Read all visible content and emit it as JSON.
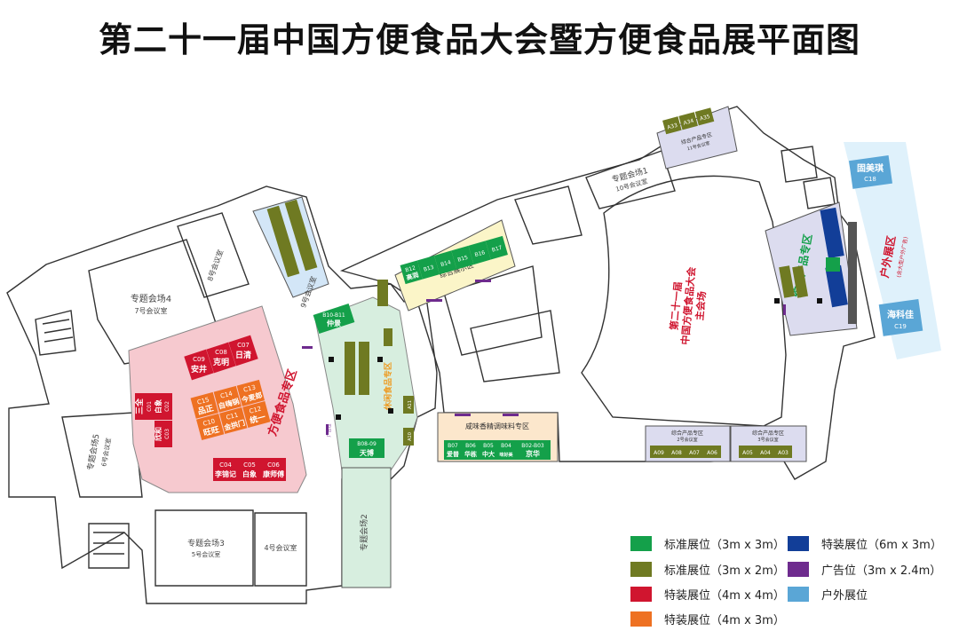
{
  "title": "第二十一届中国方便食品大会暨方便食品展平面图",
  "colors": {
    "std9": "#14a04a",
    "std6": "#6f7a22",
    "spec16": "#d0152f",
    "spec12": "#ee7122",
    "spec18": "#123e98",
    "ad": "#6e2b8e",
    "outdoor": "#5aa6d6"
  },
  "legend": [
    {
      "label": "标准展位（3m x 3m）",
      "color": "#14a04a"
    },
    {
      "label": "标准展位（3m x 2m）",
      "color": "#6f7a22"
    },
    {
      "label": "特装展位（4m x 4m）",
      "color": "#d0152f"
    },
    {
      "label": "特装展位（4m x 3m）",
      "color": "#ee7122"
    },
    {
      "label": "特装展位（6m x 3m）",
      "color": "#123e98"
    },
    {
      "label": "广告位（3m x 2.4m）",
      "color": "#6e2b8e"
    },
    {
      "label": "户外展位",
      "color": "#5aa6d6"
    }
  ],
  "rooms": {
    "hall4": {
      "name": "专题会场4",
      "sub": "7号会议室"
    },
    "room8": {
      "name": "8号会议室"
    },
    "room9": {
      "name": "9号会议室"
    },
    "hall1": {
      "name": "专题会场1",
      "sub": "10号会议室"
    },
    "hall5": {
      "name": "专题会场5",
      "sub": "6号会议室"
    },
    "hall3": {
      "name": "专题会场3",
      "sub": "5号会议室"
    },
    "room4": {
      "name": "4号会议室"
    },
    "hall2": {
      "name": "专题会场2"
    },
    "main": {
      "line1": "第二十一届",
      "line2": "中国方便食品大会",
      "line3": "主会场"
    }
  },
  "zones": {
    "instant": "方便食品专区",
    "leisure": "休闲食品专区",
    "general": "综合展示区",
    "seasoning": "咸味香精调味料专区",
    "product": "综合产品专区",
    "outdoor": "户外展区",
    "outdoor_sub": "(含大型户外广告)",
    "p11": {
      "name": "综合产品专区",
      "sub": "11号会议室"
    },
    "p2": {
      "name": "综合产品专区",
      "sub": "2号会议室"
    },
    "p3": {
      "name": "综合产品专区",
      "sub": "3号会议室"
    }
  },
  "booths": {
    "c09": {
      "code": "C09",
      "name": "安井"
    },
    "c08": {
      "code": "C08",
      "name": "克明"
    },
    "c07": {
      "code": "C07",
      "name": "日清"
    },
    "c15": {
      "code": "C15",
      "name": "品正"
    },
    "c14": {
      "code": "C14",
      "name": "自嗨锅"
    },
    "c13": {
      "code": "C13",
      "name": "今麦郎"
    },
    "c10": {
      "code": "C10",
      "name": "旺旺"
    },
    "c11": {
      "code": "C11",
      "name": "金拱门"
    },
    "c12": {
      "code": "C12",
      "name": "统一"
    },
    "c01": {
      "code": "C01",
      "name": "三全"
    },
    "c02": {
      "code": "C02",
      "name": "白象"
    },
    "c03": {
      "code": "C03",
      "name": "欣和"
    },
    "c04": {
      "code": "C04",
      "name": "李锦记"
    },
    "c05": {
      "code": "C05",
      "name": "白象"
    },
    "c06": {
      "code": "C06",
      "name": "康师傅"
    },
    "b10": {
      "code": "B10-B11",
      "name": "仲景"
    },
    "b0809": {
      "code": "B08-09",
      "name": "天博"
    },
    "b07": {
      "code": "B07",
      "name": "爱普"
    },
    "b06": {
      "code": "B06",
      "name": "华栋"
    },
    "b05": {
      "code": "B05",
      "name": "中大"
    },
    "b04": {
      "code": "B04",
      "name": "味好美"
    },
    "b0203": {
      "code": "B02-B03",
      "name": "京华"
    },
    "b12": {
      "code": "B12",
      "name": "高润"
    },
    "b13": "B13",
    "b14": "B14",
    "b15": "B15",
    "b16": "B16",
    "b17": "B17",
    "a33": "A33",
    "a34": "A34",
    "a35": "A35",
    "a09": "A09",
    "a08": "A08",
    "a07": "A07",
    "a06": "A06",
    "a05": "A05",
    "a04": "A04",
    "a03": "A03",
    "a11": "A11",
    "a10": "A10",
    "c18": {
      "code": "C18",
      "name": "固美琪"
    },
    "c19": {
      "code": "C19",
      "name": "海科佳"
    },
    "ads": "广告位"
  }
}
